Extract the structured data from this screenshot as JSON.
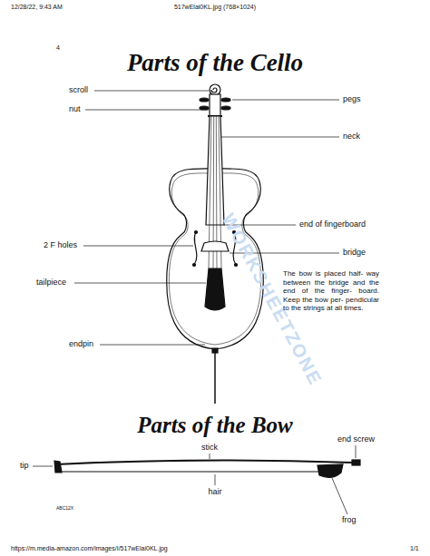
{
  "diagram": {
    "title": "Parts of the Cello",
    "labels": [
      "12/28/22, 9:43 AM",
      "517wElai0KL.jpg (768×1024)",
      "4",
      "scroll",
      "nut",
      "pegs",
      "neck",
      "end of fingerboard",
      "2 F holes",
      "bridge",
      "tailpiece",
      "The bow is placed half- way between the bridge and the end of the finger- board. Keep the bow per- pendicular to the strings at all times.",
      "endpin",
      "Parts of the Bow",
      "stick",
      "end screw",
      "tip",
      "hair",
      "frog",
      "ABC12X",
      "https://m.media-amazon.com/images/I/517wElai0KL.jpg",
      "1/1",
      "WORKSHEETZONE"
    ]
  }
}
